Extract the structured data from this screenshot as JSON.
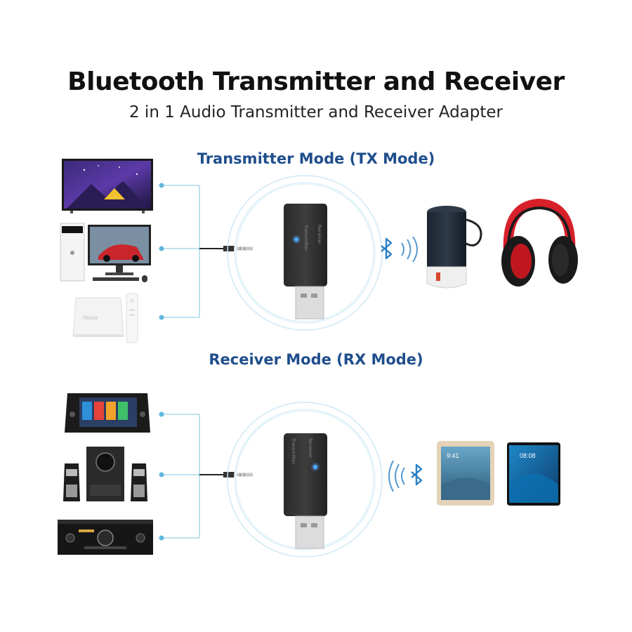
{
  "title": "Bluetooth Transmitter and Receiver",
  "subtitle": "2 in 1 Audio Transmitter and Receiver Adapter",
  "tx_mode": {
    "title": "Transmitter Mode (TX Mode)",
    "box_brand": "Honor",
    "dongle_labels": [
      "Transmitter",
      "Receiver"
    ]
  },
  "rx_mode": {
    "title": "Receiver Mode (RX Mode)",
    "dongle_labels": [
      "Transmitter",
      "Receiver"
    ]
  },
  "colors": {
    "title": "#111111",
    "mode_title": "#1f4e8c",
    "connector_line": "#9ccfe3",
    "connector_dot": "#5fb7dc",
    "bluetooth": "#2a7fc4",
    "headphone_red": "#d8202a"
  }
}
